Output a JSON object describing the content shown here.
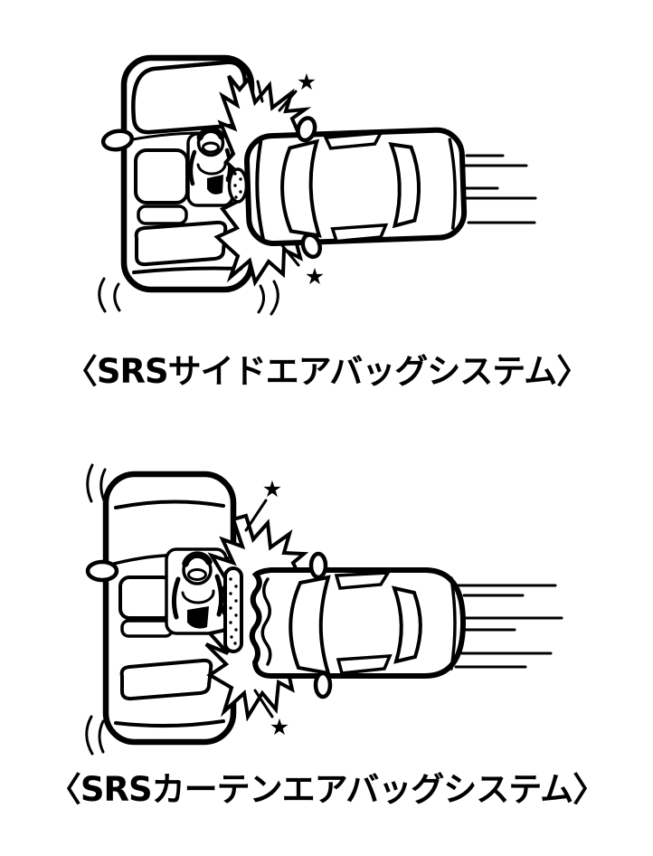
{
  "page": {
    "background_color": "#ffffff",
    "line_color": "#000000"
  },
  "glyphs": {
    "impact_star": "★"
  },
  "figures": [
    {
      "id": "srs-side-airbag",
      "caption": "〈SRSサイドエアバッグシステム〉"
    },
    {
      "id": "srs-curtain-airbag",
      "caption": "〈SRSカーテンエアバッグシステム〉"
    }
  ]
}
